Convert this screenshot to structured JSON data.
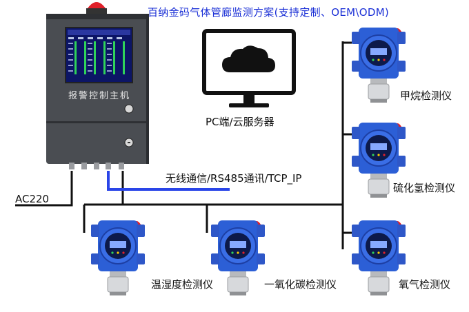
{
  "title": "百纳金码气体管廊监测方案(支持定制、OEM\\ODM)",
  "controller": {
    "panel_label": "报警控制主机"
  },
  "server": {
    "label": "PC端/云服务器"
  },
  "links": {
    "wireless_label": "无线通信/RS485通讯/TCP_IP",
    "power_label": "AC220"
  },
  "detectors": [
    {
      "label": "甲烷检测仪"
    },
    {
      "label": "硫化氢检测仪"
    },
    {
      "label": "温湿度检测仪"
    },
    {
      "label": "一氧化碳检测仪"
    },
    {
      "label": "氧气检测仪"
    }
  ],
  "colors": {
    "title": "#1a2fd6",
    "wireless_line": "#2a45e8",
    "wire": "#111111",
    "detector_body": "#2c5fd6",
    "alarm_light": "#e0202a"
  }
}
